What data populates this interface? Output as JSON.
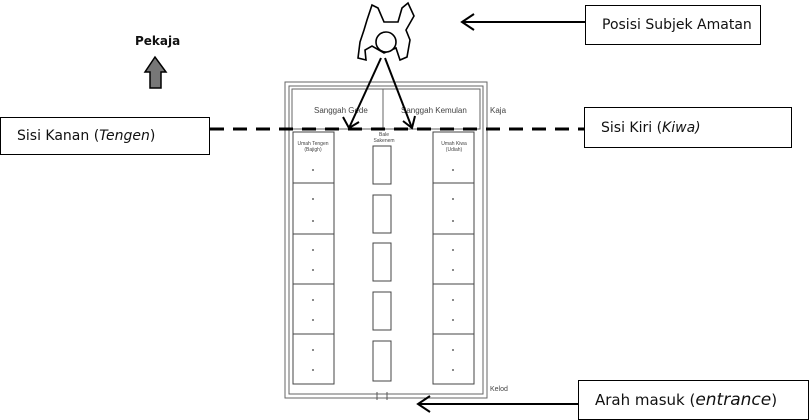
{
  "compass": {
    "label": "Pekaja"
  },
  "callouts": {
    "subject_position": "Posisi Subjek Amatan",
    "right_side": {
      "text": "Sisi  Kanan (",
      "italic": "Tengen",
      "close": ")"
    },
    "left_side": {
      "text": "Sisi  Kiri (",
      "italic": "Kiwa)",
      "close": ""
    },
    "entrance": {
      "text": "Arah masuk (",
      "italic": "entrance",
      "close": ")"
    }
  },
  "plan": {
    "shrine_left": "Sanggah Gede",
    "shrine_right": "Sanggah Kemulan",
    "direction_top": "Kaja",
    "direction_bottom": "Kelod",
    "center_hall": [
      "Bale",
      "Sakenem"
    ],
    "house_left": [
      "Umah Tengen",
      "(Bajigh)"
    ],
    "house_right": [
      "Umah Kiwa",
      "(Udiah)"
    ]
  },
  "colors": {
    "line": "#000000",
    "plan_line": "#555555",
    "arrow_fill": "#777777"
  }
}
